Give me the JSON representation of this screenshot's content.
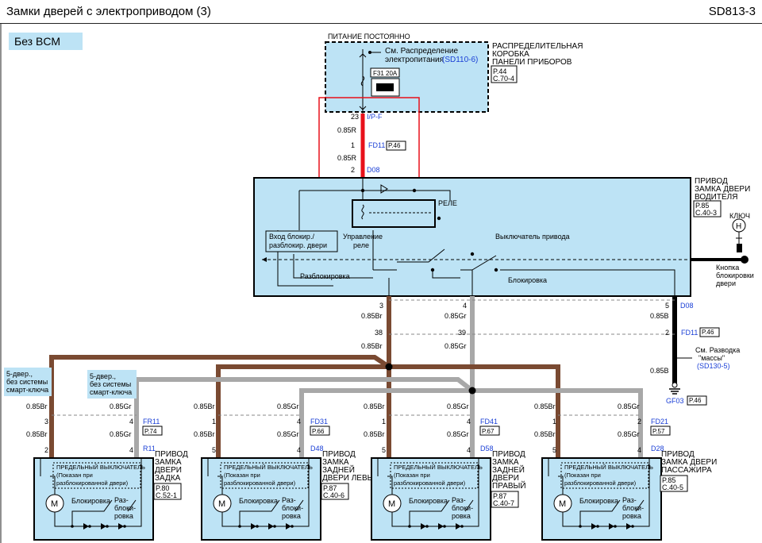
{
  "header": {
    "title": "Замки дверей с электроприводом (3)",
    "code": "SD813-3"
  },
  "badge": "Без BCM",
  "power": {
    "top_label": "ПИТАНИЕ ПОСТОЯННО",
    "see_line1": "См. Распределение",
    "see_line2": "электропитания",
    "see_ref": "(SD110-6)",
    "fuse": "F31 20A",
    "box_line1": "РАСПРЕДЕЛИТЕЛЬНАЯ",
    "box_line2": "КОРОБКА",
    "box_line3": "ПАНЕЛИ ПРИБОРОВ",
    "page": "P.44",
    "cpage": "C.70-4"
  },
  "harness": {
    "pin_top": "23",
    "conn_top": "I/P-F",
    "wire1": "0.85R",
    "pin_mid": "1",
    "conn_mid": "FD11",
    "ref_mid": "P.46",
    "wire2": "0.85R",
    "pin_bot": "2",
    "conn_bot": "D08"
  },
  "driver": {
    "line1": "ПРИВОД",
    "line2": "ЗАМКА ДВЕРИ",
    "line3": "ВОДИТЕЛЯ",
    "page": "P.85",
    "cpage": "C.40-3",
    "relay": "РЕЛЕ",
    "input1": "Вход блокир./",
    "input2": "разблокир. двери",
    "control1": "Управление",
    "control2": "реле",
    "switch_label": "Выключатель привода",
    "unlock": "Разблокировка",
    "lock": "Блокировка"
  },
  "key": {
    "label": "КЛЮЧ",
    "symbol": "H",
    "btn1": "Кнопка",
    "btn2": "блокировки",
    "btn3": "двери"
  },
  "wiring": {
    "p3": "3",
    "p4": "4",
    "p5": "5",
    "br1": "0.85Br",
    "gr1": "0.85Gr",
    "b1": "0.85B",
    "p38": "38",
    "p39": "39",
    "p2": "2",
    "fd11": "FD11",
    "fd11_ref": "P.46",
    "br2": "0.85Br",
    "gr2": "0.85Gr",
    "d08": "D08",
    "ground_see1": "См. Разводка",
    "ground_see2": "\"массы\"",
    "ground_ref": "(SD130-5)",
    "b2": "0.85B",
    "gf03": "GF03",
    "gf03_ref": "P.46",
    "note_five1": "5-двер.,",
    "note_five2": "без системы",
    "note_five3": "смарт-ключа"
  },
  "doors": [
    {
      "wire_br": "0.85Br",
      "wire_gr": "0.85Gr",
      "pin_br_top": "3",
      "pin_gr_top": "4",
      "conn": "FR11",
      "ref": "P.74",
      "wire_br2": "0.85Br",
      "wire_gr2": "0.85Gr",
      "pin_br_bot": "2",
      "pin_gr_bot": "4",
      "conn2": "R11",
      "name1": "ПРИВОД",
      "name2": "ЗАМКА",
      "name3": "ДВЕРИ",
      "name4": "ЗАДКА",
      "page": "P.80",
      "cpage": "C.52-1",
      "limit": "ПРЕДЕЛЬНЫЙ ВЫКЛЮЧАТЕЛЬ",
      "shown1": "(Показан при",
      "shown2": "разблокированной двери)",
      "lock": "Блокировка",
      "unlock1": "Раз-",
      "unlock2": "блоки-",
      "unlock3": "ровка",
      "motor": "M"
    },
    {
      "wire_br": "0.85Br",
      "wire_gr": "0.85Gr",
      "pin_br_top": "1",
      "pin_gr_top": "4",
      "conn": "FD31",
      "ref": "P.66",
      "wire_br2": "0.85Br",
      "wire_gr2": "0.85Gr",
      "pin_br_bot": "5",
      "pin_gr_bot": "4",
      "conn2": "D48",
      "name1": "ПРИВОД",
      "name2": "ЗАМКА",
      "name3": "ЗАДНЕЙ",
      "name4": "ДВЕРИ ЛЕВЫЙ",
      "page": "P.87",
      "cpage": "C.40-6",
      "limit": "ПРЕДЕЛЬНЫЙ ВЫКЛЮЧАТЕЛЬ",
      "shown1": "(Показан при",
      "shown2": "разблокированной двери)",
      "lock": "Блокировка",
      "unlock1": "Раз-",
      "unlock2": "блоки-",
      "unlock3": "ровка",
      "motor": "M"
    },
    {
      "wire_br": "0.85Br",
      "wire_gr": "0.85Gr",
      "pin_br_top": "1",
      "pin_gr_top": "4",
      "conn": "FD41",
      "ref": "P.67",
      "wire_br2": "0.85Br",
      "wire_gr2": "0.85Gr",
      "pin_br_bot": "5",
      "pin_gr_bot": "4",
      "conn2": "D58",
      "name1": "ПРИВОД",
      "name2": "ЗАМКА",
      "name3": "ЗАДНЕЙ",
      "name4": "ДВЕРИ",
      "name5": "ПРАВЫЙ",
      "page": "P.87",
      "cpage": "C.40-7",
      "limit": "ПРЕДЕЛЬНЫЙ ВЫКЛЮЧАТЕЛЬ",
      "shown1": "(Показан при",
      "shown2": "разблокированной двери)",
      "lock": "Блокировка",
      "unlock1": "Раз-",
      "unlock2": "блоки-",
      "unlock3": "ровка",
      "motor": "M"
    },
    {
      "wire_br": "0.85Br",
      "wire_gr": "0.85Gr",
      "pin_br_top": "1",
      "pin_gr_top": "2",
      "conn": "FD21",
      "ref": "P.57",
      "wire_br2": "0.85Br",
      "wire_gr2": "0.85Gr",
      "pin_br_bot": "5",
      "pin_gr_bot": "4",
      "conn2": "D28",
      "name1": "ПРИВОД",
      "name2": "ЗАМКА ДВЕРИ",
      "name3": "ПАССАЖИРА",
      "page": "P.85",
      "cpage": "C.40-5",
      "limit": "ПРЕДЕЛЬНЫЙ ВЫКЛЮЧАТЕЛЬ",
      "shown1": "(Показан при",
      "shown2": "разблокированной двери)",
      "lock": "Блокировка",
      "unlock1": "Раз-",
      "unlock2": "блоки-",
      "unlock3": "ровка",
      "motor": "M"
    }
  ],
  "colors": {
    "brown": "#7a4a32",
    "gray": "#a8a8a8",
    "red": "#e8101a",
    "panel": "#bde3f5",
    "blue": "#1a3fd6"
  }
}
